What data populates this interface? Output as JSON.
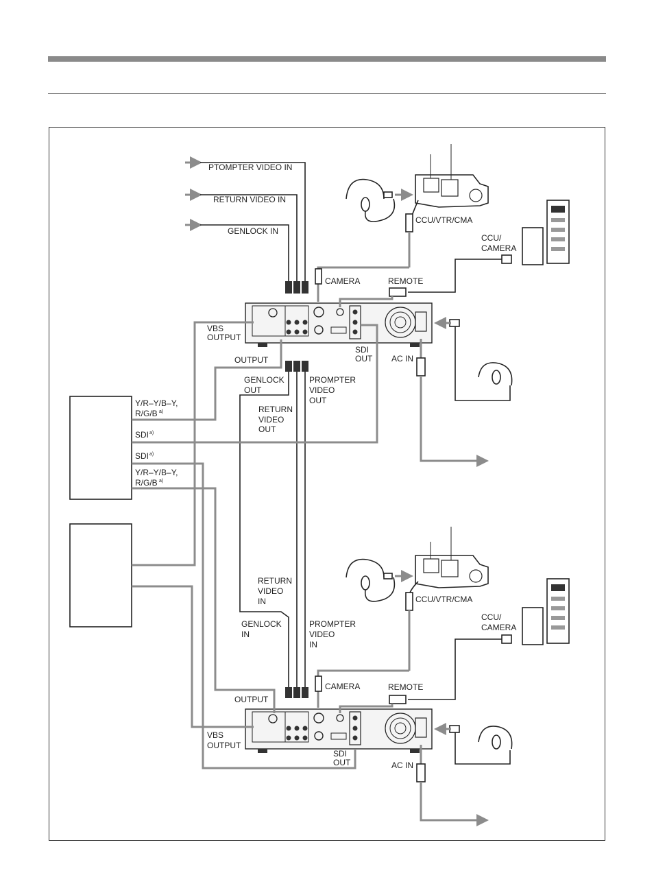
{
  "labels": {
    "prompter_video_in": "PTOMPTER VIDEO IN",
    "return_video_in": "RETURN VIDEO IN",
    "genlock_in": "GENLOCK IN",
    "ccu_vtr_cma": "CCU/VTR/CMA",
    "ccu_camera_line1": "CCU/",
    "ccu_camera_line2": "CAMERA",
    "camera": "CAMERA",
    "remote": "REMOTE",
    "vbs_line1": "VBS",
    "vbs_line2": "OUTPUT",
    "output": "OUTPUT",
    "sdi_line1": "SDI",
    "sdi_line2": "OUT",
    "ac_in": "AC IN",
    "genlock_out_line1": "GENLOCK",
    "genlock_out_line2": "OUT",
    "prompter_line1": "PROMPTER",
    "prompter_line2": "VIDEO",
    "prompter_out_line3": "OUT",
    "prompter_in_line3": "IN",
    "return_line1": "RETURN",
    "return_line2": "VIDEO",
    "return_out_line3": "OUT",
    "return_in_line3": "IN",
    "genlock_in_line1": "GENLOCK",
    "genlock_in_line2": "IN",
    "component_line1": "Y/R–Y/B–Y,",
    "component_line2": "R/G/B",
    "sdi": "SDI",
    "footnote_mark": "a)"
  },
  "colors": {
    "cable_gray": "#8c8c8c",
    "frame": "#333333",
    "header_bar": "#8a8a8a"
  }
}
